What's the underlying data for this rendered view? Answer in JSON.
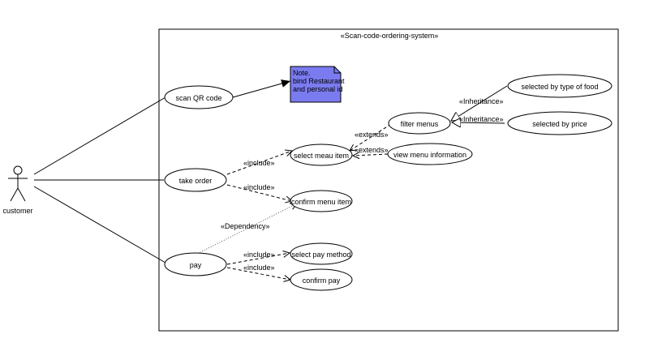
{
  "system": {
    "title": "«Scan-code-ordering-system»"
  },
  "actor": {
    "label": "customer"
  },
  "note": {
    "lines": [
      "Note.",
      "bind Restaurant",
      "and personal id"
    ],
    "fill": "#7b7bf0"
  },
  "use_cases": {
    "scan_qr": "scan QR code",
    "take_order": "take order",
    "pay": "pay",
    "select_menu_item": "select meau item",
    "confirm_menu_item": "confirm menu item",
    "filter_menus": "filter menus",
    "view_menu_info": "view menu information",
    "by_food_type": "selected by type of food",
    "by_price": "selected by price",
    "select_pay_method": "select pay method",
    "confirm_pay": "confirm pay"
  },
  "relations": {
    "include_select": "«include»",
    "include_confirm": "«include»",
    "include_pay_method": "«include»",
    "include_confirm_pay": "«include»",
    "extends_filter": "«extends»",
    "extends_view": "«extends»",
    "inheritance_food": "«Inheritance»",
    "inheritance_price": "«Inheritance»",
    "dependency": "«Dependency»"
  }
}
